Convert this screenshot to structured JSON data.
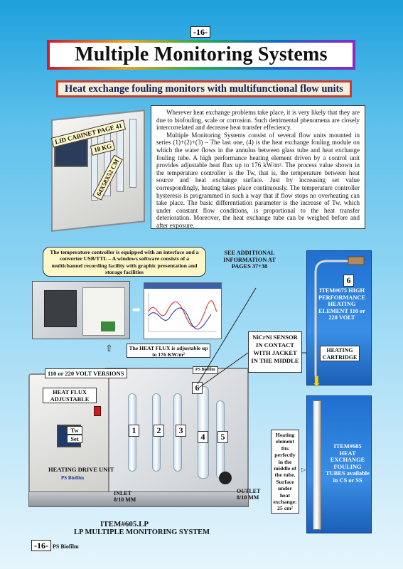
{
  "page": {
    "number_top": "-16-",
    "number_bottom": "-16-",
    "footer_brand": "PS Biofilm"
  },
  "header": {
    "title": "Multiple Monitoring Systems",
    "subtitle": "Heat exchange fouling monitors with multifunctional flow units"
  },
  "intro": {
    "paragraph1": "Wherever heat exchange problems take place, it is very likely that they are due to biofouling, scale or corrosion. Such detrimental phenomena are closely intercorrelated and decrease heat transfer effeciency.",
    "paragraph2": "Multiple Monitoring Systems consist of several flow units mounted in series (1)+(2)+(3) – The last one, (4) is the heat exchange fouling module on which the water flows in the annulus between glass tube and heat exchange fouling tube. A high performance heating element driven by a control unit provides adjustable heat flux up to 176 kW/m². The process value shown in the temperature controller is the Tw, that is, the temperature between heat source and heat exchange surface. Just by increasing set value correspondingly, heating takes place continuously. The temperature controller hysteresis is programmed in such a way that if flow stops no overheating can take place. The basic differentiation parameter is the increase of Tw, which under constant flow conditions, is proportional to the heat transfer deterioration. Moreover, the heat exchange tube can be weighed before and after exposure."
  },
  "cabinet": {
    "label_cabinet": "LID CABINET PAGE 41",
    "label_weight": "18 KG",
    "label_dims": "64X58X52 CM"
  },
  "controller": {
    "note": "The temperature controller is equipped with an interface and a converter USB/TTL – A windows software consists of a multichannel recording facility with graphic presentation and storage facilities",
    "see_additional": "SEE ADDITIONAL INFORMATION AT PAGES 37+38",
    "heat_flux_note": "The HEAT FLUX is adjustable up to 176 KW/m²"
  },
  "main_unit": {
    "voltage_versions": "110 or 220 VOLT VERSIONS",
    "heat_flux_label": "HEAT FLUX ADJUSTABLE",
    "controller_tw": "Tw",
    "controller_set": "Set",
    "drive_unit": "HEATING DRIVE UNIT",
    "inlet": "INLET 8/10 MM",
    "outlet": "OUTLET 8/10 MM",
    "item": "ITEM#605.LP",
    "system_name": "LP MULTIPLE MONITORING SYSTEM",
    "flow_units": [
      "1",
      "2",
      "3",
      "4",
      "5"
    ],
    "marker_6": "6",
    "ps_brand": "PS Biofilm"
  },
  "sensor": {
    "label": "NiCrNi SENSOR IN CONTACT WITH JACKET IN THE MIDDLE"
  },
  "heating_element": {
    "number": "6",
    "item": "ITEM#675 HIGH PERFORMANCE HEATING ELEMENT 110 or 220 VOLT",
    "cartridge": "HEATING CARTRIDGE"
  },
  "fouling_tube": {
    "note": "Heating element fits perfectly in the middle of the tube. Surface under heat exchange: 25 cm²",
    "item": "ITEM#685 HEAT EXCHANGE FOULING TUBES available in CS or SS"
  },
  "colors": {
    "background_top": "#1ea0dc",
    "subtitle_border": "#d13a2a",
    "panel_blue": "#2b7fdc",
    "tag_yellow": "#fff7c8"
  }
}
